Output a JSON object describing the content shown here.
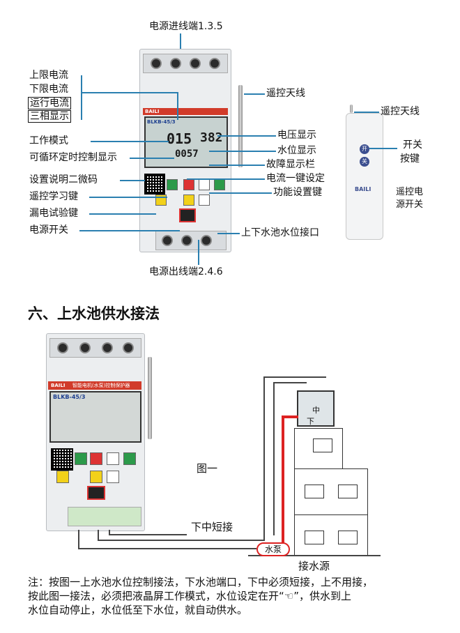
{
  "top_labels": {
    "power_in": "电源进线端1.3.5",
    "upper_current": "上限电流",
    "lower_current": "下限电流",
    "running_current": "运行电流",
    "three_phase": "三相显示",
    "work_mode": "工作模式",
    "timer_display": "可循环定时控制显示",
    "qr_help": "设置说明二微码",
    "remote_learn": "遥控学习键",
    "leak_test": "漏电试验键",
    "power_switch": "电源开关",
    "remote_antenna": "遥控天线",
    "voltage_display": "电压显示",
    "water_level_display": "水位显示",
    "fault_bar": "故障显示栏",
    "current_set": "电流一键设定",
    "function_key": "功能设置键",
    "tank_port": "上下水池水位接口",
    "power_out": "电源出线端2.4.6",
    "remote_antenna_2": "遥控天线",
    "switch_key_1": "开关",
    "switch_key_2": "按键",
    "remote_power_1": "遥控电",
    "remote_power_2": "源开关"
  },
  "device": {
    "brand": "BAILI",
    "model": "BLKB-45/3",
    "lcd_current": "015",
    "lcd_voltage": "382",
    "lcd_level": "0057",
    "product_name": "智能电机(水泵)控制保护器"
  },
  "remote": {
    "brand": "BAILI",
    "btn_on": "开",
    "btn_off": "关"
  },
  "section": {
    "title": "六、上水池供水接法"
  },
  "diagram": {
    "figure_label": "图一",
    "short_label": "下中短接",
    "tank_mid": "中",
    "tank_low": "下",
    "pump": "水泵",
    "water_source": "接水源"
  },
  "note": {
    "line1": "注：按图一上水池水位控制接法，下水池端口，下中必须短接，上不用接，",
    "line2": "按此图一接法，必须把液晶屏工作模式，水位设定在开“☜”，供水到上",
    "line3": "水位自动停止，水位低至下水位，就自动供水。"
  }
}
